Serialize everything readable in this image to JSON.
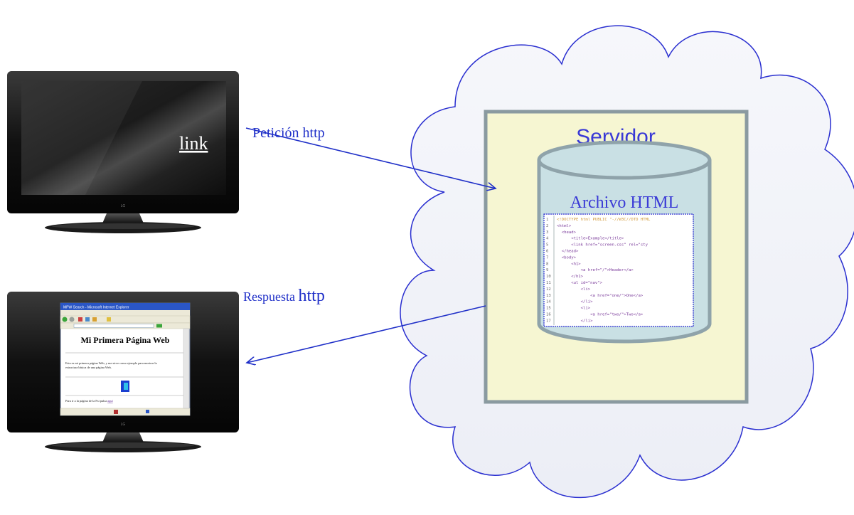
{
  "tv_top": {
    "link_text": "link"
  },
  "arrows": {
    "request_label": "Petición http",
    "response_label": "Respuesta http"
  },
  "server": {
    "title": "Servidor",
    "file_label": "Archivo HTML",
    "code_lines": [
      {
        "n": "1",
        "text": "<!DOCTYPE html PUBLIC \"-//W3C//DTD HTML"
      },
      {
        "n": "2",
        "text": "<html>"
      },
      {
        "n": "3",
        "text": "  <head>"
      },
      {
        "n": "4",
        "text": "      <title>Example</title>"
      },
      {
        "n": "5",
        "text": "      <link href=\"screen.css\" rel=\"sty"
      },
      {
        "n": "6",
        "text": "  </head>"
      },
      {
        "n": "7",
        "text": "  <body>"
      },
      {
        "n": "8",
        "text": "      <h1>"
      },
      {
        "n": "9",
        "text": "          <a href=\"/\">Header</a>"
      },
      {
        "n": "10",
        "text": "      </h1>"
      },
      {
        "n": "11",
        "text": "      <ul id=\"nav\">"
      },
      {
        "n": "12",
        "text": "          <li>"
      },
      {
        "n": "13",
        "text": "              <a href=\"one/\">One</a>"
      },
      {
        "n": "14",
        "text": "          </li>"
      },
      {
        "n": "15",
        "text": "          <li>"
      },
      {
        "n": "16",
        "text": "              <a href=\"two/\">Two</a>"
      },
      {
        "n": "17",
        "text": "          </li>"
      }
    ]
  },
  "tv_bottom": {
    "browser_title": "MPW Search - Microsoft Internet Explorer",
    "page_heading": "Mi Primera Página Web",
    "page_paragraph_1": "Esta es mi primera página Web, y me sirve como ejemplo para mostrar la",
    "page_paragraph_2": "estructura básica de una página Web.",
    "page_link_text": "Para ir a la página de la Fsi pulsa aquí",
    "page_link_word": "aquí"
  },
  "colors": {
    "arrow_blue": "#1f2fc8",
    "server_title_blue": "#3a3ad6",
    "panel_fill": "#f6f6d2",
    "cylinder_fill": "#c9e0e4",
    "cloud_stroke": "#2a2fd0"
  }
}
